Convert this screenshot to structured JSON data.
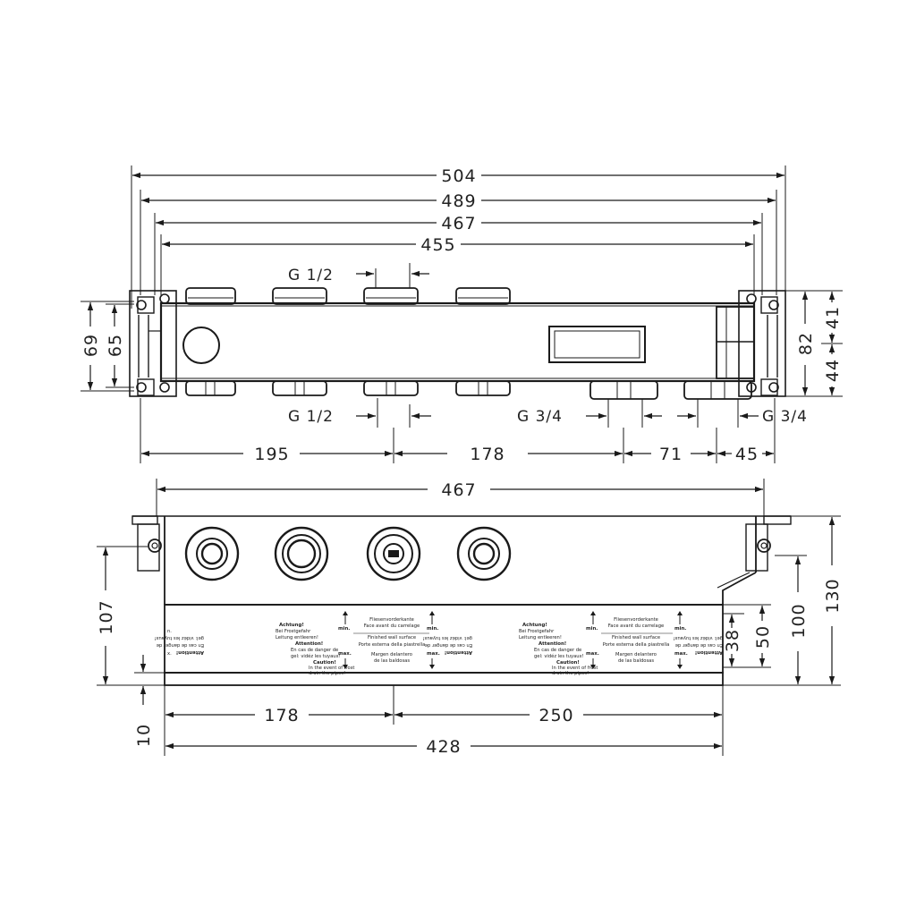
{
  "colors": {
    "ink": "#1a1a1a",
    "background": "#ffffff"
  },
  "top_view": {
    "dims_horizontal": [
      "504",
      "489",
      "467",
      "455"
    ],
    "connection_top_label": "G 1/2",
    "connection_bottom_left_label": "G 1/2",
    "connection_bottom_mid_label": "G 3/4",
    "connection_bottom_right_label": "G 3/4",
    "bottom_dims": [
      "195",
      "178",
      "71",
      "45"
    ],
    "left_dims": [
      "69",
      "65"
    ],
    "right_dims": [
      "41",
      "82",
      "44"
    ]
  },
  "front_view": {
    "top_dim": "467",
    "left_dims": [
      "107",
      "10"
    ],
    "right_dims": [
      "38",
      "50",
      "100",
      "130"
    ],
    "bottom_dims": [
      "178",
      "250",
      "428"
    ],
    "label_panel_1": {
      "warning_title": "Achtung!",
      "warning_lines": [
        "Bei Frostgefahr",
        "Leitung entleeren!"
      ],
      "attention_title": "Attention!",
      "attention_lines": [
        "En cas de danger de",
        "gel: vidéz les tuyaux!"
      ],
      "caution_title": "Caution!",
      "caution_lines": [
        "In the event of frost",
        "drain the pipes!"
      ],
      "min_label": "min.",
      "max_label": "max.",
      "surface_lines": [
        "Fliesenvorderkante",
        "Face avant du carrelage",
        "Finished wall surface",
        "Porte esterna della piastrella",
        "Margen delantero",
        "de las baldosas"
      ]
    },
    "label_panel_2": {
      "warning_title": "Achtung!",
      "warning_lines": [
        "Bei Frostgefahr",
        "Leitung entleeren!"
      ],
      "attention_title": "Attention!",
      "attention_lines": [
        "En cas de danger de",
        "gel: vidéz les tuyaux!"
      ],
      "caution_title": "Caution!",
      "caution_lines": [
        "In the event of frost",
        "drain the pipes!"
      ],
      "min_label": "min.",
      "max_label": "max.",
      "surface_lines": [
        "Fliesenvorderkante",
        "Face avant du carrelage",
        "Finished wall surface",
        "Porte esterna della piastrella",
        "Margen delantero",
        "de las baldosas"
      ]
    },
    "edge_marks": [
      "n.",
      "x."
    ]
  }
}
